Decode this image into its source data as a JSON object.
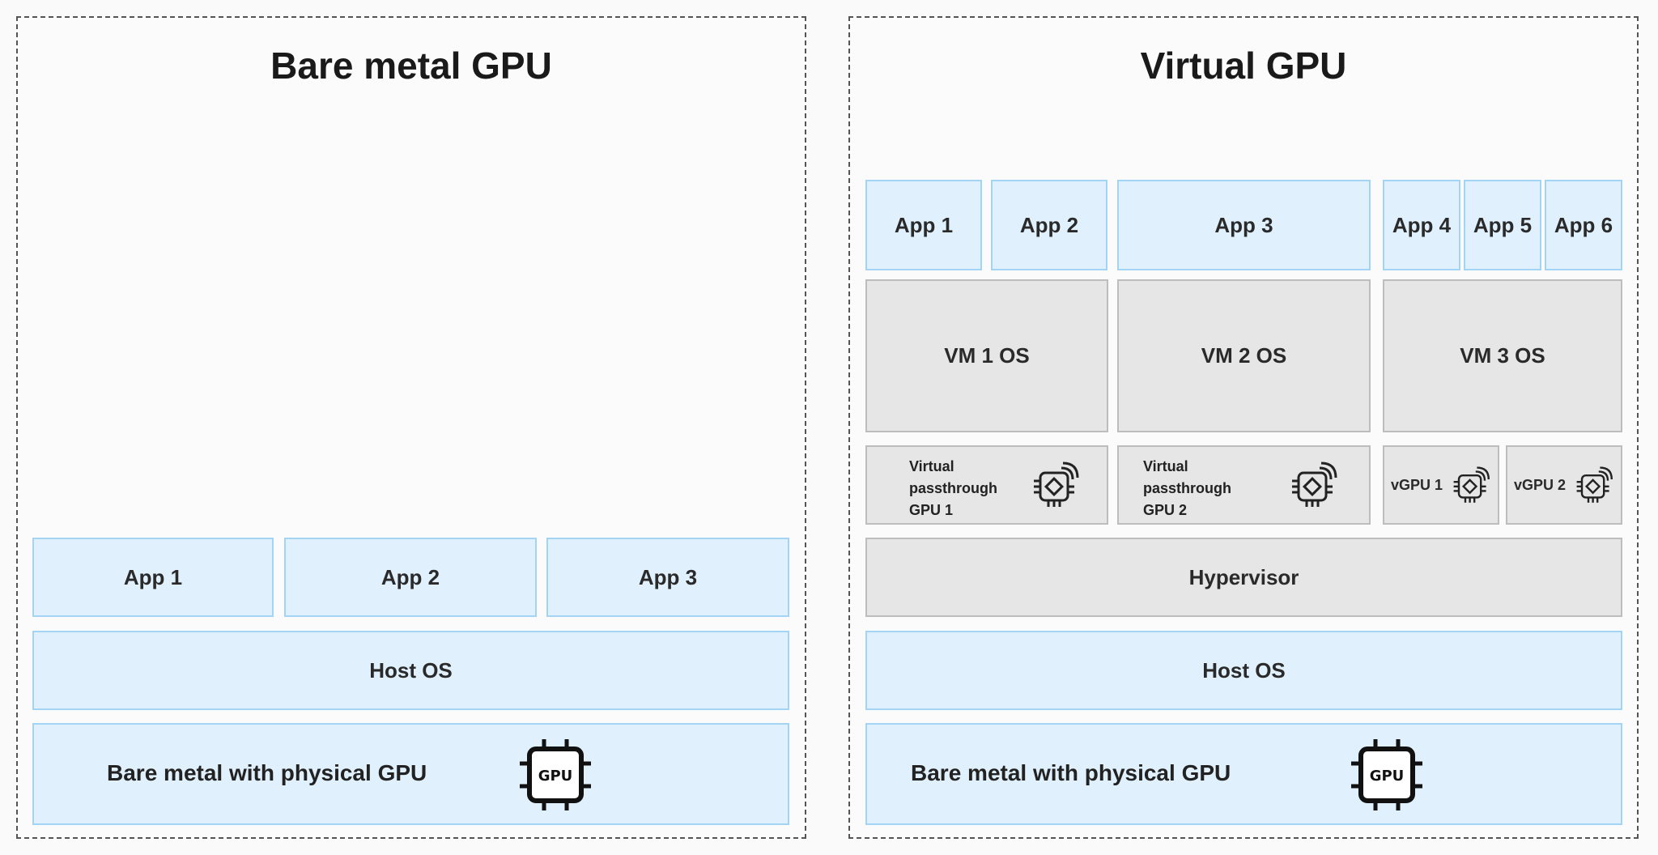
{
  "left": {
    "title": "Bare metal GPU",
    "apps": [
      "App 1",
      "App 2",
      "App 3"
    ],
    "host_os": "Host OS",
    "bare_metal": "Bare metal with physical GPU",
    "chip_text": "GPU"
  },
  "right": {
    "title": "Virtual GPU",
    "apps": [
      "App 1",
      "App 2",
      "App 3",
      "App 4",
      "App 5",
      "App 6"
    ],
    "vms": [
      "VM 1 OS",
      "VM 2 OS",
      "VM 3 OS"
    ],
    "passthrough": [
      {
        "line1": "Virtual",
        "line2": "passthrough",
        "line3": "GPU 1"
      },
      {
        "line1": "Virtual",
        "line2": "passthrough",
        "line3": "GPU 2"
      }
    ],
    "vgpus": [
      "vGPU 1",
      "vGPU 2"
    ],
    "hypervisor": "Hypervisor",
    "host_os": "Host OS",
    "bare_metal": "Bare metal with physical GPU",
    "chip_text": "GPU"
  },
  "icons": {
    "physical_gpu": "gpu-chip-icon",
    "virtual_gpu": "virtual-chip-icon"
  },
  "colors": {
    "blue_fill": "#e0f1fd",
    "blue_border": "#a3d4f4",
    "gray_fill": "#e6e6e6",
    "gray_border": "#bdbdbd"
  }
}
